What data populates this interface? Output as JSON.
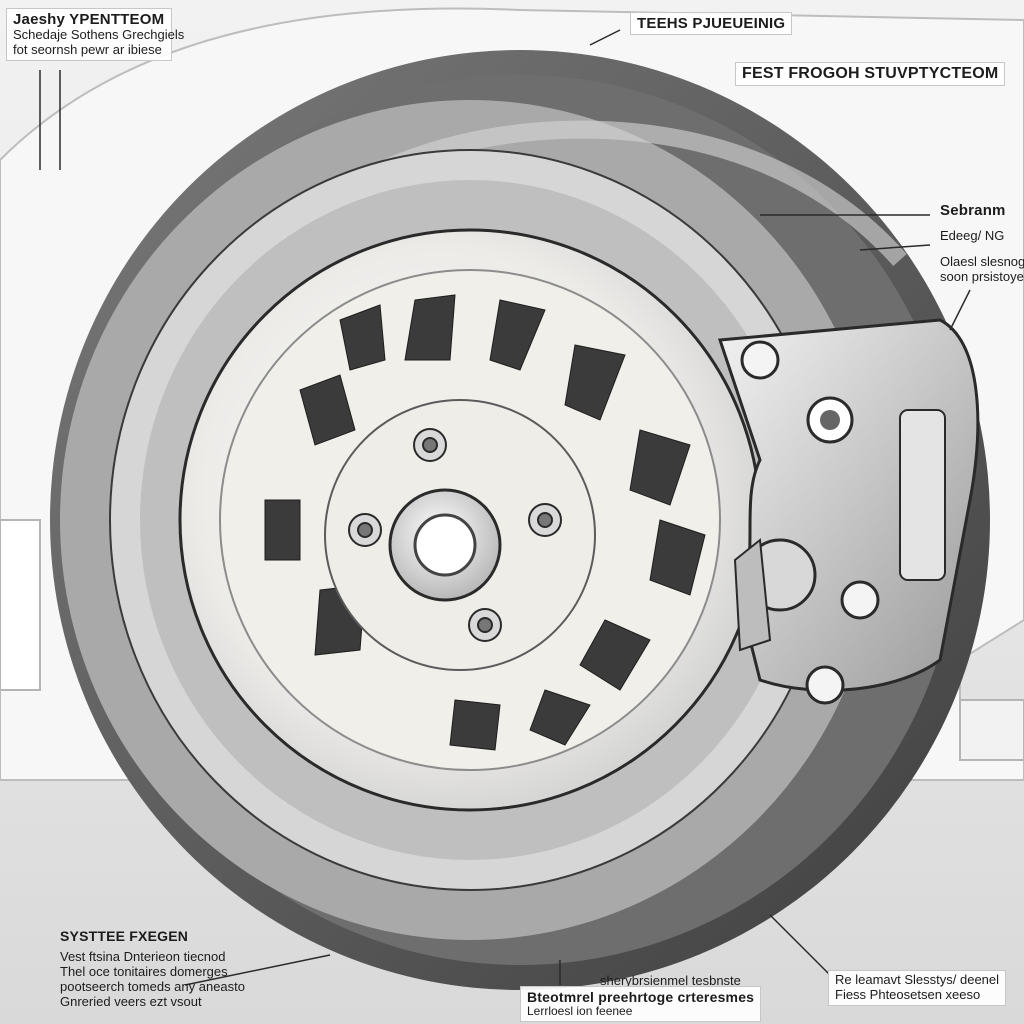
{
  "labels": {
    "top_left": {
      "title": "Jaeshy YPENTTEOM",
      "lines": [
        "Schedaje Sothens Grechgiels",
        "fot seornsh pewr ar ibiese"
      ]
    },
    "top_center": {
      "title": "TEEHS PJUEUEINIG"
    },
    "top_right": {
      "title": "FEST FROGOH STUVPTYCTEOM"
    },
    "right_upper": {
      "title": "Sebranm",
      "lines": [
        "Edeeg/ NG"
      ]
    },
    "right_mid": {
      "lines": [
        "Olaesl slesnog",
        "soon prsistoyes"
      ]
    },
    "bottom_left": {
      "title": "SYSTTEE FXEGEN",
      "lines": [
        "Vest ftsina Dnterieon tiecnod",
        "Thel oce tonitaires domerges",
        "pootseerch tomeds any aneasto",
        "Gnreried veers ezt vsout"
      ]
    },
    "bottom_center": {
      "lines": [
        "sherybrsienmel tesbnste"
      ],
      "title": "Bteotmrel preehrtoge crteresmes",
      "sub": "Lerrloesl ion feenee"
    },
    "bottom_right": {
      "lines": [
        "Re leamavt Slesstys/ deenel",
        "Fiess Phteosetsen xeeso"
      ]
    }
  },
  "colors": {
    "background": "#e9e9e9",
    "tire": "#5b5b5b",
    "rim": "#f4f3f0",
    "caliper": "#cfcfcf",
    "line": "#2a2a2a"
  },
  "icons": [
    "wheel-icon",
    "brake-caliper-icon",
    "lug-nut-icon",
    "hub-icon"
  ]
}
